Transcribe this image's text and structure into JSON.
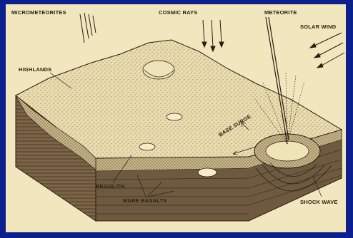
{
  "labels": {
    "micrometeorites": "MICROMETEORITES",
    "cosmic_rays": "COSMIC RAYS",
    "meteorite": "METEORITE",
    "solar_wind": "SOLAR WIND",
    "highlands": "HIGHLANDS",
    "base_surge": "BASE SURGE",
    "regolith": "REGOLITH",
    "mare_basalts": "MARE BASALTS",
    "shock_wave": "SHOCK WAVE"
  },
  "colors": {
    "background": "#0d1f8c",
    "paper": "#f1e6bd",
    "ink": "#2a1d12",
    "cross_section": "#6e5a40"
  }
}
